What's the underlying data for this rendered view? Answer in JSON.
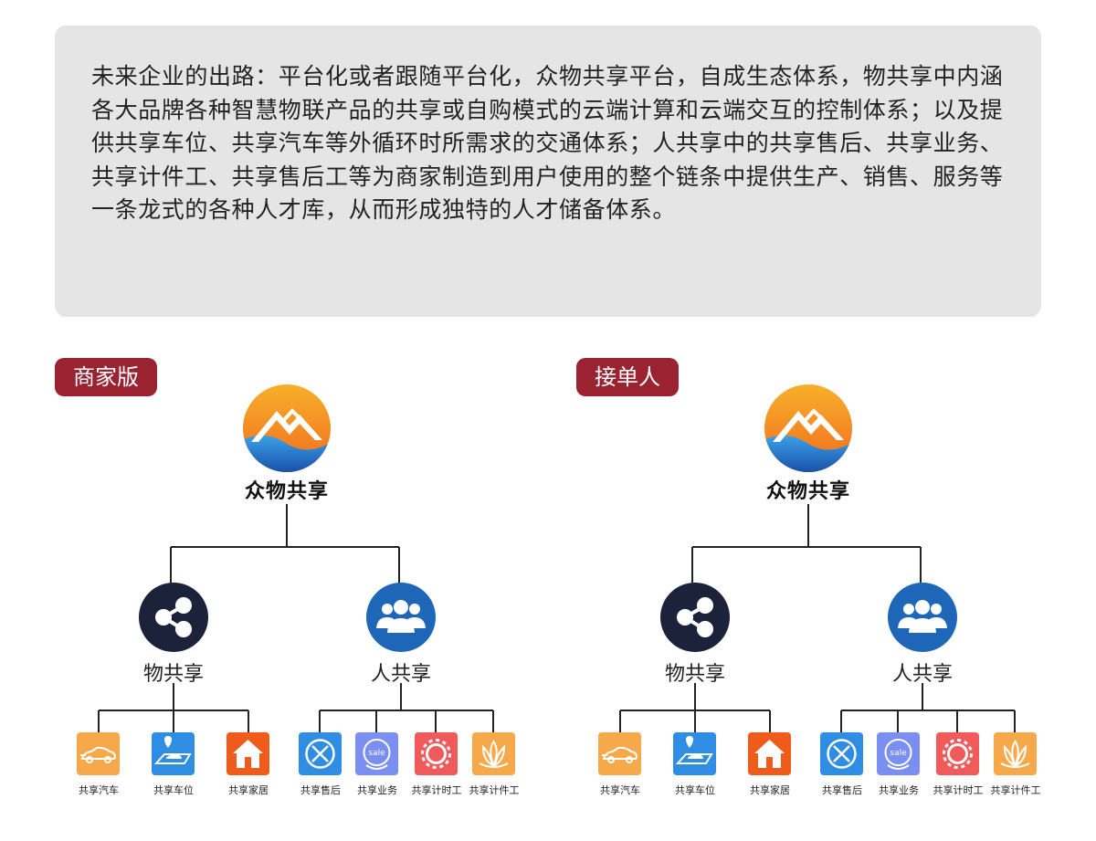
{
  "intro_text": "未来企业的出路：平台化或者跟随平台化，众物共享平台，自成生态体系，物共享中内涵各大品牌各种智慧物联产品的共享或自购模式的云端计算和云端交互的控制体系；以及提供共享车位、共享汽车等外循环时所需求的交通体系；人共享中的共享售后、共享业务、共享计件工、共享售后工等为商家制造到用户使用的整个链条中提供生产、销售、服务等一条龙式的各种人才库，从而形成独特的人才储备体系。",
  "panels": [
    {
      "tag": "商家版",
      "brand": "众物共享",
      "wu_label": "物共享",
      "ren_label": "人共享",
      "wu_items": [
        "共享汽车",
        "共享车位",
        "共享家居"
      ],
      "ren_items": [
        "共享售后",
        "共享业务",
        "共享计时工",
        "共享计件工"
      ]
    },
    {
      "tag": "接单人",
      "brand": "众物共享",
      "wu_label": "物共享",
      "ren_label": "人共享",
      "wu_items": [
        "共享汽车",
        "共享车位",
        "共享家居"
      ],
      "ren_items": [
        "共享售后",
        "共享业务",
        "共享计时工",
        "共享计件工"
      ]
    }
  ],
  "colors": {
    "tag_bg": "#9b2230",
    "wu_circle": "#1b2239",
    "ren_circle": "#1e67b8",
    "tile_car": "#f5a94a",
    "tile_parking": "#2f8de4",
    "tile_home": "#ee5b1a",
    "tile_aftersale": "#2f8de4",
    "tile_business": "#7b8ef2",
    "tile_hourly": "#f05a5a",
    "tile_piece": "#f5a94a"
  },
  "icons": {
    "wu": "share-icon",
    "ren": "users-icon",
    "tiles": [
      "car-icon",
      "parking-icon",
      "house-icon",
      "wrench-icon",
      "sale-icon",
      "gear-icon",
      "lotus-icon"
    ]
  }
}
